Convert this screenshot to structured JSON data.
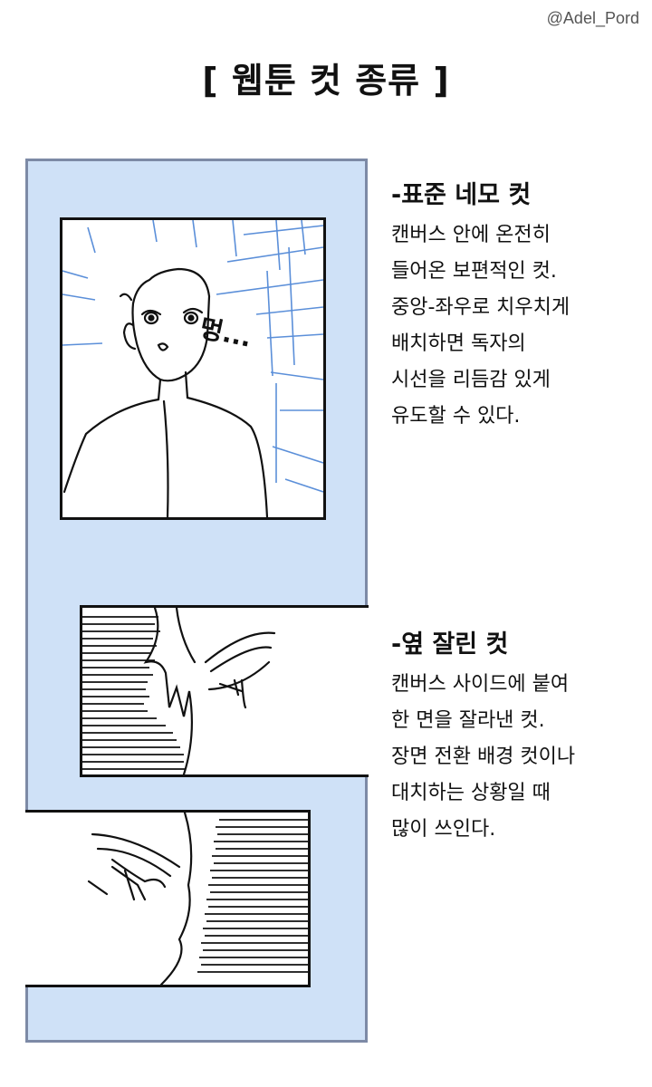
{
  "watermark": "@Adel_Pord",
  "title": "[ 웹툰 컷 종류 ]",
  "panels": {
    "standard": {
      "sfx": "멍..."
    }
  },
  "sections": [
    {
      "heading": "-표준 네모 컷",
      "lines": [
        "캔버스 안에 온전히",
        "들어온 보편적인 컷.",
        "중앙-좌우로 치우치게",
        "배치하면 독자의",
        "시선을 리듬감 있게",
        "유도할 수 있다."
      ]
    },
    {
      "heading": "-옆 잘린 컷",
      "lines": [
        "캔버스 사이드에 붙여",
        "한 면을 잘라낸 컷.",
        "장면 전환 배경 컷이나",
        "대치하는 상황일 때",
        "많이 쓰인다."
      ]
    }
  ],
  "colors": {
    "canvas_fill": "#cfe1f7",
    "canvas_border": "#7d8aa6",
    "focus_lines": "#5b8fd9"
  }
}
